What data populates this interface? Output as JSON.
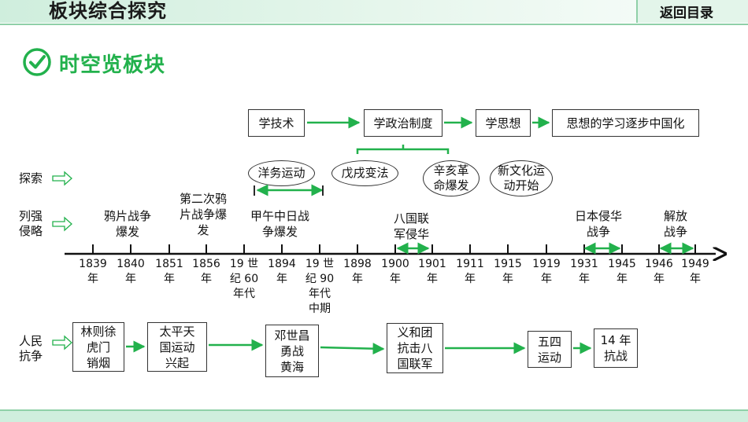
{
  "header": {
    "section_title": "板块综合探究",
    "back_label": "返回目录"
  },
  "heading": {
    "title": "时空览板块",
    "icon": "check-circle-icon"
  },
  "colors": {
    "accent": "#22b14c",
    "banner": "#cfeedd",
    "border": "#333333"
  },
  "rows": {
    "explore": "探索",
    "invasion": [
      "列强",
      "侵略"
    ],
    "resistance": [
      "人民",
      "抗争"
    ]
  },
  "stages": [
    "学技术",
    "学政治制度",
    "学思想",
    "思想的学习逐步中国化"
  ],
  "explore_events": [
    {
      "name": "洋务运动",
      "lines": [
        "洋务运动"
      ]
    },
    {
      "name": "戊戌变法",
      "lines": [
        "戊戌变法"
      ]
    },
    {
      "name": "辛亥革命爆发",
      "lines": [
        "辛亥革",
        "命爆发"
      ]
    },
    {
      "name": "新文化运动开始",
      "lines": [
        "新文化运",
        "动开始"
      ]
    }
  ],
  "invasion_events": [
    {
      "name": "鸦片战争爆发",
      "lines": [
        "鸦片战争",
        "爆发"
      ]
    },
    {
      "name": "第二次鸦片战争爆发",
      "lines": [
        "第二次鸦",
        "片战争爆",
        "发"
      ]
    },
    {
      "name": "甲午中日战争爆发",
      "lines": [
        "甲午中日战",
        "争爆发"
      ]
    },
    {
      "name": "八国联军侵华",
      "lines": [
        "八国联",
        "军侵华"
      ]
    },
    {
      "name": "日本侵华战争",
      "lines": [
        "日本侵华",
        "战争"
      ]
    },
    {
      "name": "解放战争",
      "lines": [
        "解放",
        "战争"
      ]
    }
  ],
  "timeline": [
    {
      "lines": [
        "1839",
        "年"
      ]
    },
    {
      "lines": [
        "1840",
        "年"
      ]
    },
    {
      "lines": [
        "1851",
        "年"
      ]
    },
    {
      "lines": [
        "1856",
        "年"
      ]
    },
    {
      "lines": [
        "19 世",
        "纪 60",
        "年代"
      ]
    },
    {
      "lines": [
        "1894",
        "年"
      ]
    },
    {
      "lines": [
        "19 世",
        "纪 90",
        "年代",
        "中期"
      ]
    },
    {
      "lines": [
        "1898",
        "年"
      ]
    },
    {
      "lines": [
        "1900",
        "年"
      ]
    },
    {
      "lines": [
        "1901",
        "年"
      ]
    },
    {
      "lines": [
        "1911",
        "年"
      ]
    },
    {
      "lines": [
        "1915",
        "年"
      ]
    },
    {
      "lines": [
        "1919",
        "年"
      ]
    },
    {
      "lines": [
        "1931",
        "年"
      ]
    },
    {
      "lines": [
        "1945",
        "年"
      ]
    },
    {
      "lines": [
        "1946",
        "年"
      ]
    },
    {
      "lines": [
        "1949",
        "年"
      ]
    }
  ],
  "resistance_events": [
    {
      "name": "林则徐虎门销烟",
      "lines": [
        "林则徐",
        "虎门",
        "销烟"
      ]
    },
    {
      "name": "太平天国运动兴起",
      "lines": [
        "太平天",
        "国运动",
        "兴起"
      ]
    },
    {
      "name": "邓世昌勇战黄海",
      "lines": [
        "邓世昌",
        "勇战",
        "黄海"
      ]
    },
    {
      "name": "义和团抗击八国联军",
      "lines": [
        "义和团",
        "抗击八",
        "国联军"
      ]
    },
    {
      "name": "五四运动",
      "lines": [
        "五四",
        "运动"
      ]
    },
    {
      "name": "14年抗战",
      "lines": [
        "14 年",
        "抗战"
      ]
    }
  ]
}
